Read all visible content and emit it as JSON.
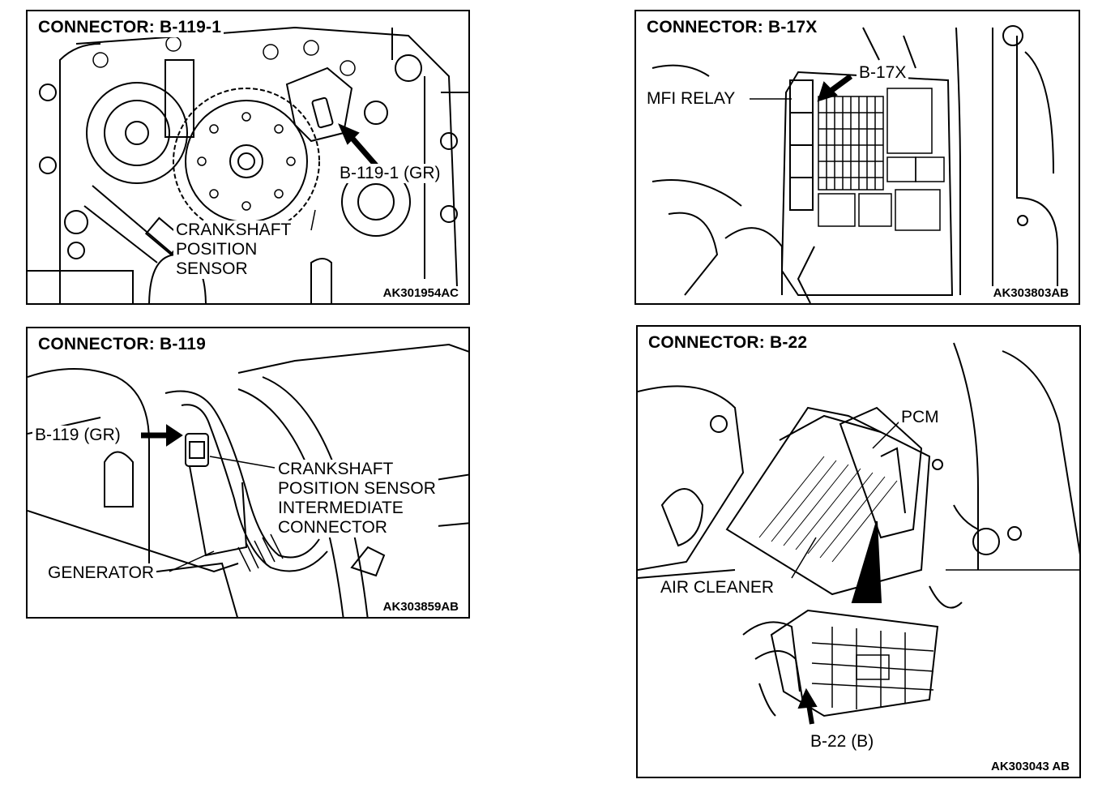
{
  "panels": {
    "crankshaft_sensor": {
      "title": "CONNECTOR: B-119-1",
      "code": "AK301954AC",
      "connector_label": "B-119-1 (GR)",
      "component_label": "CRANKSHAFT\nPOSITION\nSENSOR"
    },
    "mfi_relay": {
      "title": "CONNECTOR: B-17X",
      "code": "AK303803AB",
      "connector_label": "B-17X",
      "component_label": "MFI RELAY"
    },
    "intermediate_connector": {
      "title": "CONNECTOR: B-119",
      "code": "AK303859AB",
      "connector_label": "B-119 (GR)",
      "component_label": "CRANKSHAFT\nPOSITION SENSOR\nINTERMEDIATE\nCONNECTOR",
      "generator_label": "GENERATOR"
    },
    "pcm": {
      "title": "CONNECTOR: B-22",
      "code": "AK303043 AB",
      "pcm_label": "PCM",
      "air_cleaner_label": "AIR CLEANER",
      "connector_label": "B-22 (B)"
    }
  }
}
